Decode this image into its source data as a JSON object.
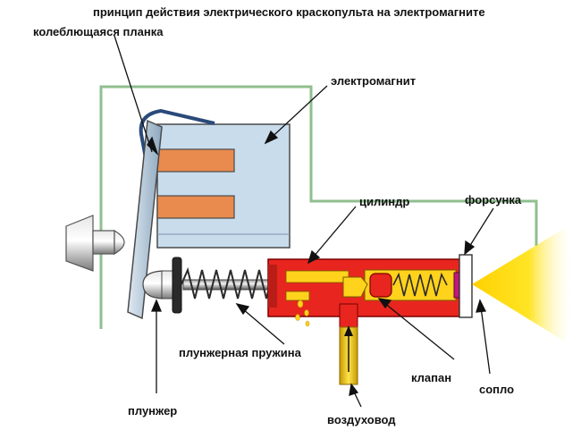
{
  "title": "принцип действия электрического краскопульта на электромагните",
  "labels": {
    "oscillating_plate": "колеблющаяся планка",
    "electromagnet": "электромагнит",
    "cylinder": "цилиндр",
    "nozzle_body": "форсунка",
    "plunger_spring": "плунжерная пружина",
    "valve": "клапан",
    "nozzle_tip": "сопло",
    "plunger": "плунжер",
    "air_duct": "воздуховод"
  },
  "colors": {
    "frame": "#8fbf8f",
    "magnet_core": "#c8dcec",
    "coil": "#e98a4e",
    "plate": "#aec3d6",
    "cylinder": "#e8261f",
    "paint": "#ffd21c",
    "spray": "#ffe000",
    "metal": "#b8b8b8",
    "leader": "#111111"
  }
}
